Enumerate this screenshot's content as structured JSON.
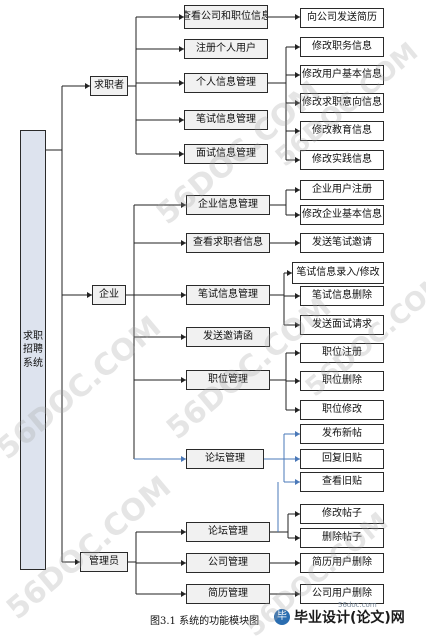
{
  "root": "求职招聘系统",
  "roles": {
    "seeker": "求职者",
    "company": "企业",
    "admin": "管理员"
  },
  "seeker_items": {
    "view_company": "查看公司和职位信息",
    "register_user": "注册个人用户",
    "personal_info": "个人信息管理",
    "written_info": "笔试信息管理",
    "interview_info": "面试信息管理"
  },
  "seeker_leaves": {
    "send_resume": "向公司发送简历",
    "edit_position": "修改职务信息",
    "edit_user_basic": "修改用户基本信息",
    "edit_job_intent": "修改求职意向信息",
    "edit_education": "修改教育信息",
    "edit_practice": "修改实践信息"
  },
  "company_items": {
    "company_info": "企业信息管理",
    "view_seeker": "查看求职者信息",
    "written_info": "笔试信息管理",
    "send_invite": "发送邀请函",
    "job_manage": "职位管理",
    "forum": "论坛管理"
  },
  "company_leaves": {
    "company_register": "企业用户注册",
    "edit_company_basic": "修改企业基本信息",
    "send_written_invite": "发送笔试邀请",
    "written_entry": "笔试信息录入/修改",
    "written_delete": "笔试信息删除",
    "send_interview": "发送面试请求",
    "job_register": "职位注册",
    "job_delete": "职位删除",
    "job_edit": "职位修改",
    "publish_post": "发布新帖",
    "reply_post": "回复旧贴",
    "view_post": "查看旧贴"
  },
  "admin_items": {
    "forum": "论坛管理",
    "company": "公司管理",
    "resume": "简历管理"
  },
  "admin_leaves": {
    "edit_post": "修改帖子",
    "delete_post": "删除帖子",
    "resume_delete": "简历用户删除",
    "company_user_delete": "公司用户删除"
  },
  "caption": "图3.1  系统的功能模块图",
  "brand": {
    "small": "56doc.com",
    "logo": "毕",
    "name": "毕业设计(论文)网"
  },
  "watermarks": [
    "56DOC.COM",
    "56DOC.COM",
    "56DOC.COM",
    "56DOC.COM",
    "56DOC.COM",
    "56DOC.COM",
    "56DOC.COM"
  ]
}
